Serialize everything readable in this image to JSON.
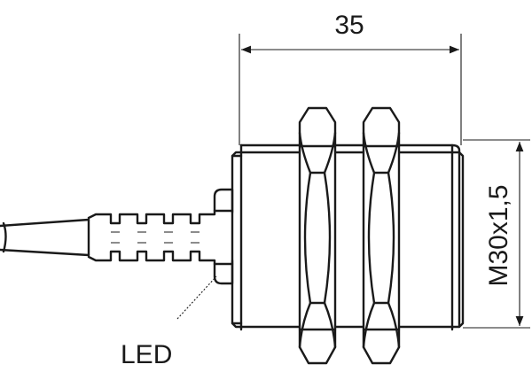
{
  "diagram": {
    "dimensions": {
      "length": "35",
      "thread": "M30x1,5"
    },
    "callouts": {
      "led": "LED"
    }
  }
}
